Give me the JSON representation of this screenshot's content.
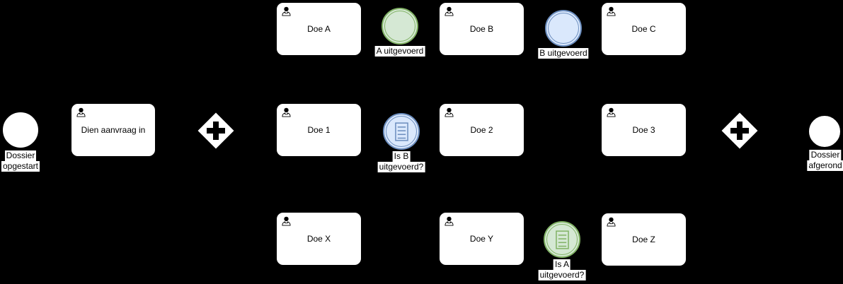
{
  "diagram_type": "bpmn-process",
  "colors": {
    "background": "#000000",
    "shape_fill": "#ffffff",
    "shape_stroke": "#000000",
    "label_bg": "#ffffff",
    "label_text": "#000000",
    "green_fill": "#d5e8d4",
    "green_stroke": "#82b366",
    "blue_fill": "#dae8fc",
    "blue_stroke": "#6c8ebf"
  },
  "icons": {
    "task_type": "user-icon",
    "conditional_event": "conditional-list-icon",
    "parallel_gateway": "plus-icon"
  },
  "nodes": {
    "start_event": {
      "label_lines": [
        "Dossier",
        "opgestart"
      ]
    },
    "task_dien_aanvraag": {
      "label": "Dien aanvraag in"
    },
    "task_doe_a": {
      "label": "Doe A"
    },
    "event_a_uitgevoerd": {
      "label": "A uitgevoerd"
    },
    "task_doe_b": {
      "label": "Doe B"
    },
    "event_b_uitgevoerd": {
      "label": "B uitgevoerd"
    },
    "task_doe_c": {
      "label": "Doe C"
    },
    "task_doe_1": {
      "label": "Doe 1"
    },
    "event_is_b_uitgevoerd": {
      "label_lines": [
        "Is B",
        "uitgevoerd?"
      ]
    },
    "task_doe_2": {
      "label": "Doe 2"
    },
    "task_doe_3": {
      "label": "Doe 3"
    },
    "task_doe_x": {
      "label": "Doe X"
    },
    "task_doe_y": {
      "label": "Doe Y"
    },
    "event_is_a_uitgevoerd": {
      "label_lines": [
        "Is A",
        "uitgevoerd?"
      ]
    },
    "task_doe_z": {
      "label": "Doe Z"
    },
    "end_event": {
      "label_lines": [
        "Dossier",
        "afgerond"
      ]
    }
  }
}
